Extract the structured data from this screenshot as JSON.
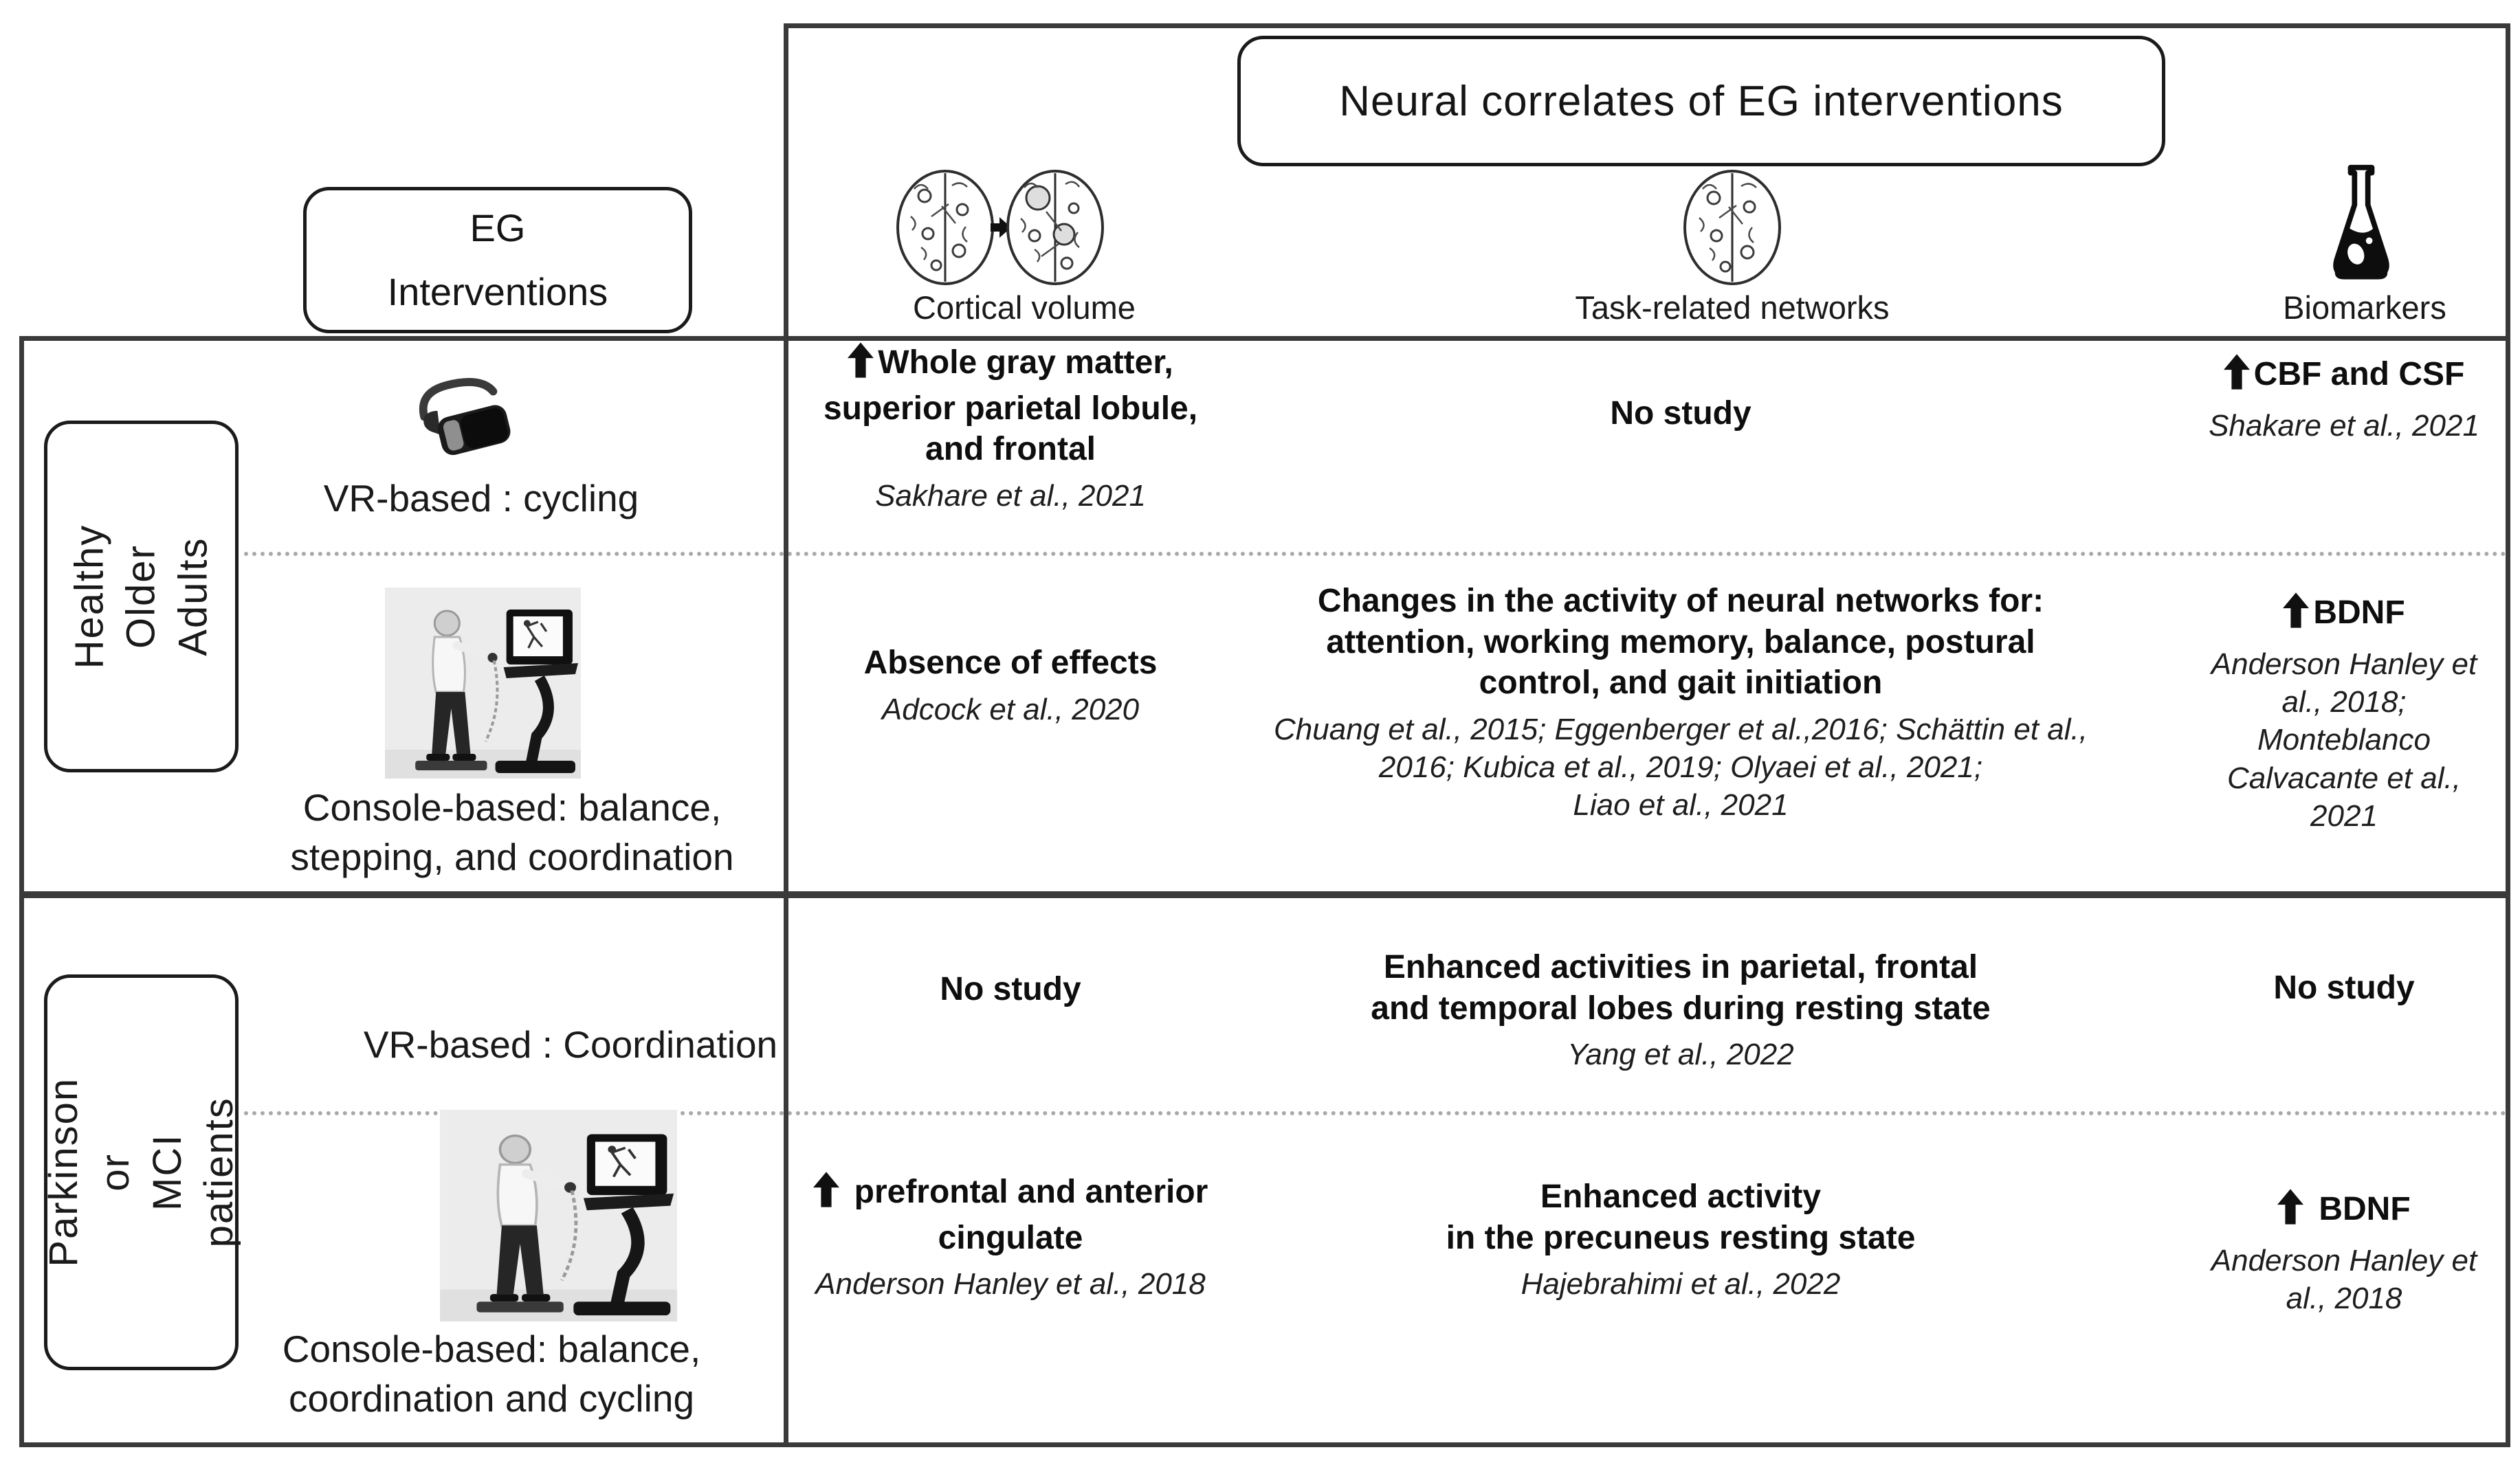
{
  "figure": {
    "title": "Neural correlates of EG interventions"
  },
  "eg_box": {
    "label": "EG\nInterventions"
  },
  "columns": {
    "cortical": {
      "label": "Cortical volume",
      "icon": "brain-slices-arrow"
    },
    "task": {
      "label": "Task-related networks",
      "icon": "brain-network"
    },
    "biomarkers": {
      "label": "Biomarkers",
      "icon": "flask"
    }
  },
  "groups": {
    "healthy": {
      "label": "Healthy\nOlder Adults"
    },
    "parkinson": {
      "label": "Parkinson or\nMCI patients"
    }
  },
  "interventions": {
    "vr_cycling": {
      "label": "VR-based : cycling",
      "icon": "vr-headset"
    },
    "console_balance": {
      "label": "Console-based: balance,\nstepping, and coordination",
      "icon": "exergame-console-photo"
    },
    "vr_coordination": {
      "label": "VR-based : Coordination"
    },
    "console_cycling": {
      "label": "Console-based: balance,\ncoordination and cycling",
      "icon": "exergame-console-photo"
    }
  },
  "cells": {
    "r1c1": {
      "icon": "up-arrow",
      "finding": "Whole gray matter,\nsuperior parietal lobule,\nand frontal",
      "citation": "Sakhare et al., 2021"
    },
    "r1c2": {
      "finding": "No study"
    },
    "r1c3": {
      "icon": "up-arrow",
      "finding": "CBF and CSF",
      "citation": "Shakare et al., 2021"
    },
    "r2c1": {
      "finding": "Absence of effects",
      "citation": "Adcock et al., 2020"
    },
    "r2c2": {
      "finding": "Changes in the activity of neural networks for:\nattention, working memory, balance, postural\ncontrol, and gait initiation",
      "citation": "Chuang et al., 2015; Eggenberger et al.,2016; Schättin et al.,\n2016; Kubica et al., 2019; Olyaei et al., 2021;\nLiao et al., 2021"
    },
    "r2c3": {
      "icon": "up-arrow",
      "finding": "BDNF",
      "citation": "Anderson Hanley et\nal., 2018;\nMonteblanco\nCalvacante et al.,\n2021"
    },
    "r3c1": {
      "finding": "No study"
    },
    "r3c2": {
      "finding": "Enhanced activities in parietal, frontal\nand temporal lobes during resting state",
      "citation": "Yang et al., 2022"
    },
    "r3c3": {
      "finding": "No study"
    },
    "r4c1": {
      "icon": "up-arrow",
      "finding": "prefrontal and anterior\ncingulate",
      "citation": "Anderson Hanley et al., 2018"
    },
    "r4c2": {
      "finding": "Enhanced activity\nin the precuneus resting state",
      "citation": "Hajebrahimi et al., 2022"
    },
    "r4c3": {
      "icon": "up-arrow",
      "finding": "BDNF",
      "citation": "Anderson Hanley et\nal., 2018"
    }
  }
}
